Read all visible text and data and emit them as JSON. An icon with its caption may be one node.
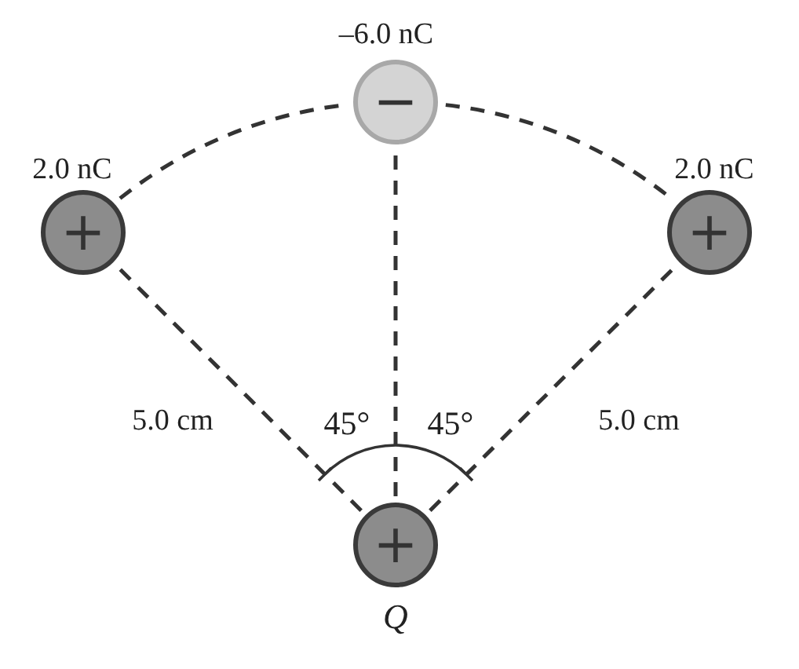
{
  "diagram": {
    "nodes": [
      {
        "text": [
          "−"
        ],
        "beside": [
          "–6.0 nC"
        ]
      },
      {
        "text": [
          "+"
        ],
        "beside": [
          "2.0 nC"
        ]
      },
      {
        "text": [
          "+"
        ],
        "beside": [
          "2.0 nC"
        ]
      },
      {
        "text": [
          "+"
        ],
        "beside": [
          "Q"
        ]
      }
    ],
    "edges": [
      {
        "from": 1,
        "to": 0,
        "arrow": "none",
        "style": "dashed"
      },
      {
        "from": 0,
        "to": 2,
        "arrow": "none",
        "style": "dashed"
      },
      {
        "from": 3,
        "to": 0,
        "arrow": "none",
        "style": "dashed"
      },
      {
        "from": 3,
        "to": 1,
        "arrow": "none",
        "style": "dashed",
        "label": "5.0 cm"
      },
      {
        "from": 3,
        "to": 2,
        "arrow": "none",
        "style": "dashed",
        "label": "5.0 cm"
      }
    ],
    "labels": [
      "45°",
      "45°"
    ]
  }
}
